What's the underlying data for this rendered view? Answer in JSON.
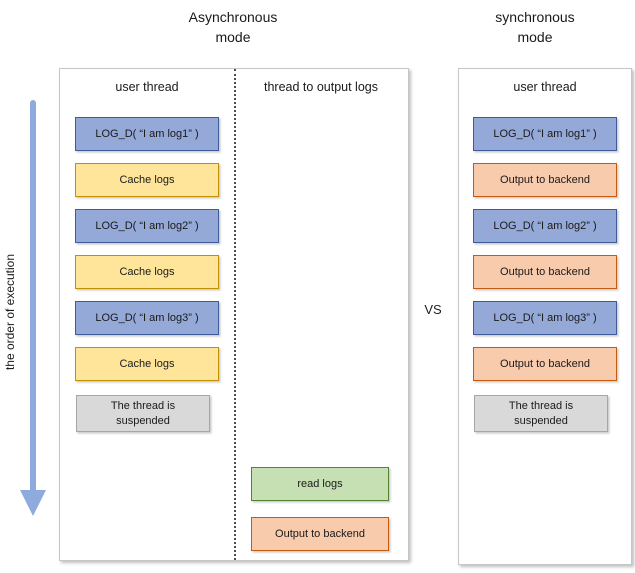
{
  "palette": {
    "log_fill": "#95A9D8",
    "log_border": "#3E5C9A",
    "cache_fill": "#FFE599",
    "cache_border": "#BF9000",
    "suspended_fill": "#D9D9D9",
    "suspended_border": "#A6A6A6",
    "read_fill": "#C6E0B4",
    "read_border": "#548235",
    "output_fill": "#F8CBAD",
    "output_border": "#C55A11",
    "arrow": "#8FAADC"
  },
  "titles": {
    "async": "Asynchronous\nmode",
    "sync": "synchronous\nmode"
  },
  "vs_label": "VS",
  "execution_axis": {
    "label": "the order of execution"
  },
  "async_panel": {
    "user_thread_header": "user thread",
    "output_thread_header": "thread to output logs",
    "user_thread_boxes": [
      {
        "label": "LOG_D( “I am log1” )",
        "type": "log"
      },
      {
        "label": "Cache logs",
        "type": "cache"
      },
      {
        "label": "LOG_D( “I am log2” )",
        "type": "log"
      },
      {
        "label": "Cache logs",
        "type": "cache"
      },
      {
        "label": "LOG_D( “I am log3” )",
        "type": "log"
      },
      {
        "label": "Cache logs",
        "type": "cache"
      },
      {
        "label": "The thread is\nsuspended",
        "type": "suspended"
      }
    ],
    "output_thread_boxes": [
      {
        "label": "read logs",
        "type": "read"
      },
      {
        "label": "Output to backend",
        "type": "output"
      }
    ]
  },
  "sync_panel": {
    "user_thread_header": "user thread",
    "user_thread_boxes": [
      {
        "label": "LOG_D( “I am log1” )",
        "type": "log"
      },
      {
        "label": "Output to backend",
        "type": "output"
      },
      {
        "label": "LOG_D( “I am log2” )",
        "type": "log"
      },
      {
        "label": "Output to backend",
        "type": "output"
      },
      {
        "label": "LOG_D( “I am log3” )",
        "type": "log"
      },
      {
        "label": "Output to backend",
        "type": "output"
      },
      {
        "label": "The thread is\nsuspended",
        "type": "suspended"
      }
    ]
  }
}
